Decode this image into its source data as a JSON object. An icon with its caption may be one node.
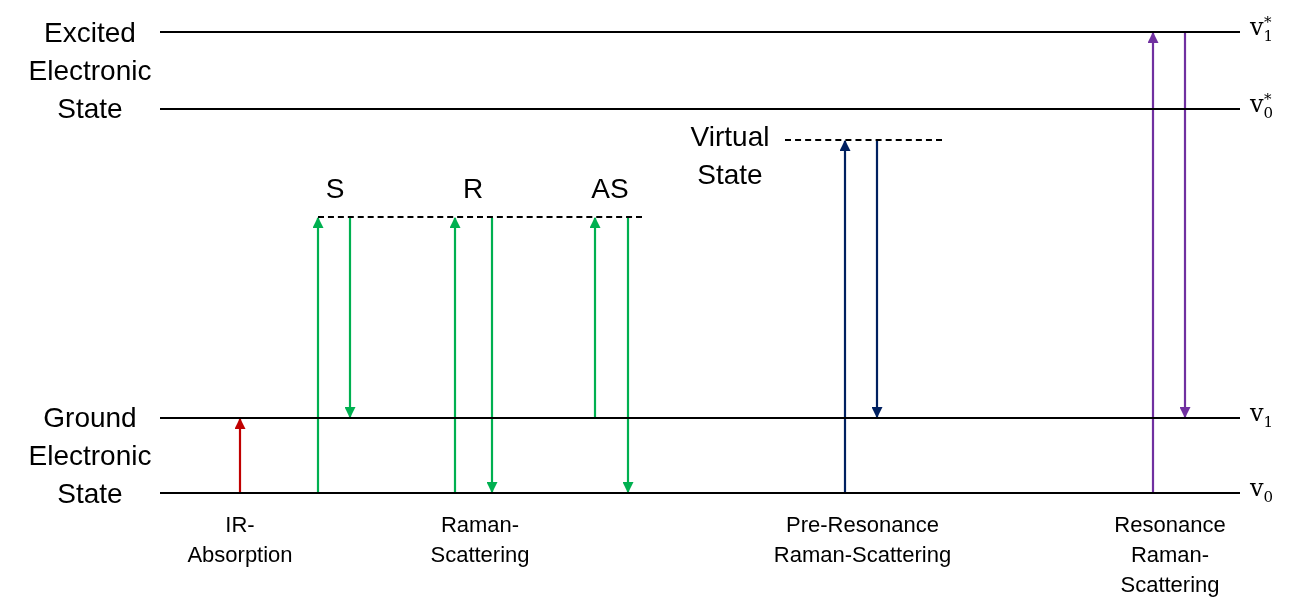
{
  "diagram": {
    "nodes": [
      {
        "text": [
          "v$_{1}$$^{*}$"
        ]
      },
      {
        "text": [
          "v$_{0}$$^{*}$"
        ]
      },
      {
        "text": [
          "Virtual State"
        ]
      },
      {
        "text": [],
        "shape": "bar"
      },
      {
        "text": [
          "v$_{1}$"
        ]
      },
      {
        "text": [
          "v$_{0}$"
        ]
      }
    ],
    "edges": [
      {
        "from": 5,
        "to": 4,
        "arrow": "to",
        "color": "#c00000"
      },
      {
        "from": 5,
        "to": 3,
        "arrow": "to"
      },
      {
        "from": 3,
        "to": 4,
        "arrow": "to"
      },
      {
        "from": 5,
        "to": 3,
        "arrow": "to"
      },
      {
        "from": 3,
        "to": 5,
        "arrow": "to"
      },
      {
        "from": 4,
        "to": 3,
        "arrow": "to"
      },
      {
        "from": 3,
        "to": 5,
        "arrow": "to"
      },
      {
        "from": 5,
        "to": 2,
        "arrow": "to",
        "color": "#002060"
      },
      {
        "from": 2,
        "to": 4,
        "arrow": "to",
        "color": "#002060"
      },
      {
        "from": 5,
        "to": 0,
        "arrow": "to",
        "color": "#7030a0"
      },
      {
        "from": 0,
        "to": 4,
        "arrow": "to",
        "color": "#7030a0"
      }
    ],
    "labels": [
      "Excited Electronic State",
      "S",
      "R",
      "AS",
      "Ground Electronic State",
      "IR-Absorption",
      "Raman-Scattering",
      "Pre-Resonance Raman-Scattering",
      "Resonance Raman-Scattering"
    ]
  }
}
